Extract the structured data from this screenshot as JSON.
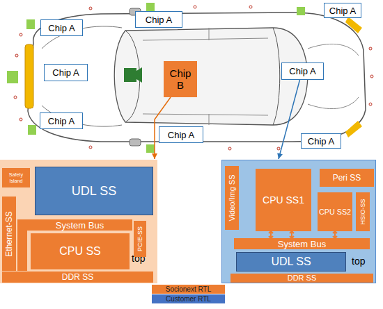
{
  "diagram": {
    "nodes": [
      {
        "text": [
          "Chip A"
        ]
      },
      {
        "text": [
          "Chip A"
        ]
      },
      {
        "text": [
          "Chip A"
        ]
      },
      {
        "text": [
          "Chip A"
        ]
      },
      {
        "text": [
          "Chip B"
        ]
      },
      {
        "text": [
          "Chip A"
        ]
      },
      {
        "text": [
          "Chip A"
        ]
      },
      {
        "text": [
          "Chip A"
        ]
      },
      {
        "text": [
          "Chip A"
        ]
      },
      {
        "text": [
          "top"
        ]
      },
      {
        "text": [
          "Safety Island"
        ],
        "in": 9
      },
      {
        "text": [
          "UDL SS"
        ],
        "in": 9
      },
      {
        "text": [
          "Ethernet-SS"
        ],
        "in": 9
      },
      {
        "text": [
          "System Bus"
        ],
        "in": 9
      },
      {
        "text": [
          "PCIE-SS"
        ],
        "in": 9
      },
      {
        "text": [
          "CPU SS"
        ],
        "in": 9
      },
      {
        "text": [
          "DDR SS"
        ],
        "in": 9
      },
      {
        "text": [
          "top"
        ]
      },
      {
        "text": [
          "Video/Img SS"
        ],
        "in": 17
      },
      {
        "text": [
          "CPU SS1"
        ],
        "in": 17
      },
      {
        "text": [
          "Peri SS"
        ],
        "in": 17
      },
      {
        "text": [
          "CPU SS2"
        ],
        "in": 17
      },
      {
        "text": [
          "HSIO-SS"
        ],
        "in": 17
      },
      {
        "text": [
          "System Bus"
        ],
        "in": 17
      },
      {
        "text": [
          "UDL SS"
        ],
        "in": 17
      },
      {
        "text": [
          "DDR SS"
        ],
        "in": 17
      }
    ],
    "edges": [
      {
        "from": 4,
        "to": 9,
        "arrow": "to"
      },
      {
        "from": 5,
        "to": 17,
        "arrow": "to"
      }
    ],
    "legend": [
      {
        "text": "Socionext RTL",
        "color": "#ED7D31"
      },
      {
        "text": "Customer RTL",
        "color": "#4472C4"
      }
    ]
  }
}
